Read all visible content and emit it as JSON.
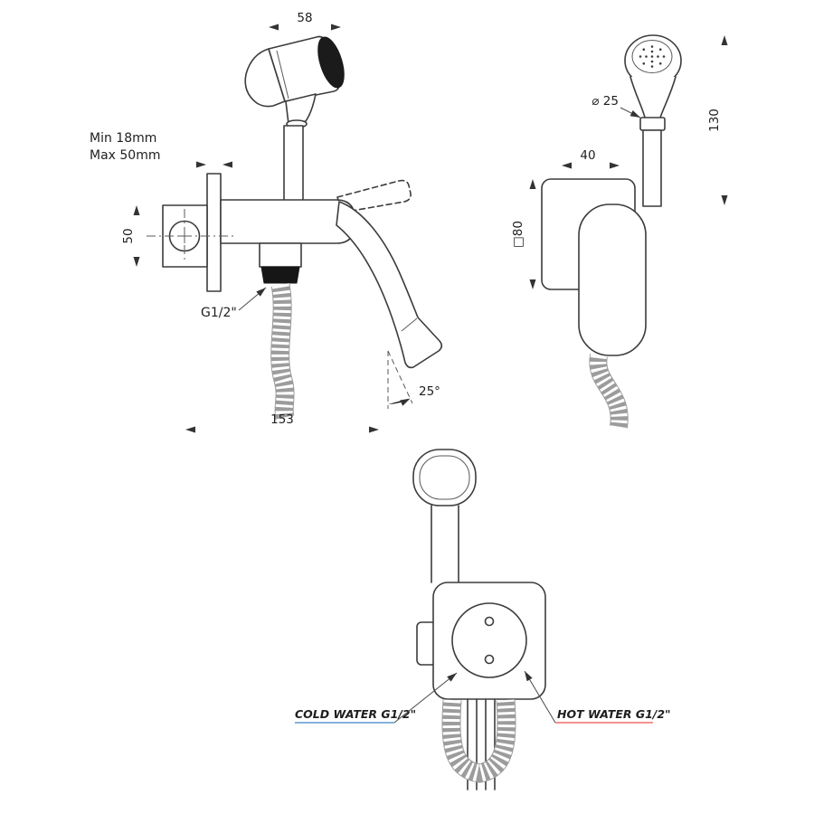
{
  "front_view": {
    "dim_width_top": "58",
    "note_min": "Min 18mm",
    "note_max": "Max 50mm",
    "dim_height_left": "50",
    "thread": "G1/2\"",
    "angle": "25°",
    "dim_width_bottom": "153"
  },
  "side_view": {
    "dim_diameter": "⌀ 25",
    "dim_height": "130",
    "dim_depth": "40",
    "dim_square": "□80"
  },
  "bottom_view": {
    "cold": "COLD WATER G1/2\"",
    "hot": "HOT WATER G1/2\""
  },
  "colors": {
    "cold": "#0a63b8",
    "hot": "#e8241c",
    "line": "#3c3c3c"
  }
}
